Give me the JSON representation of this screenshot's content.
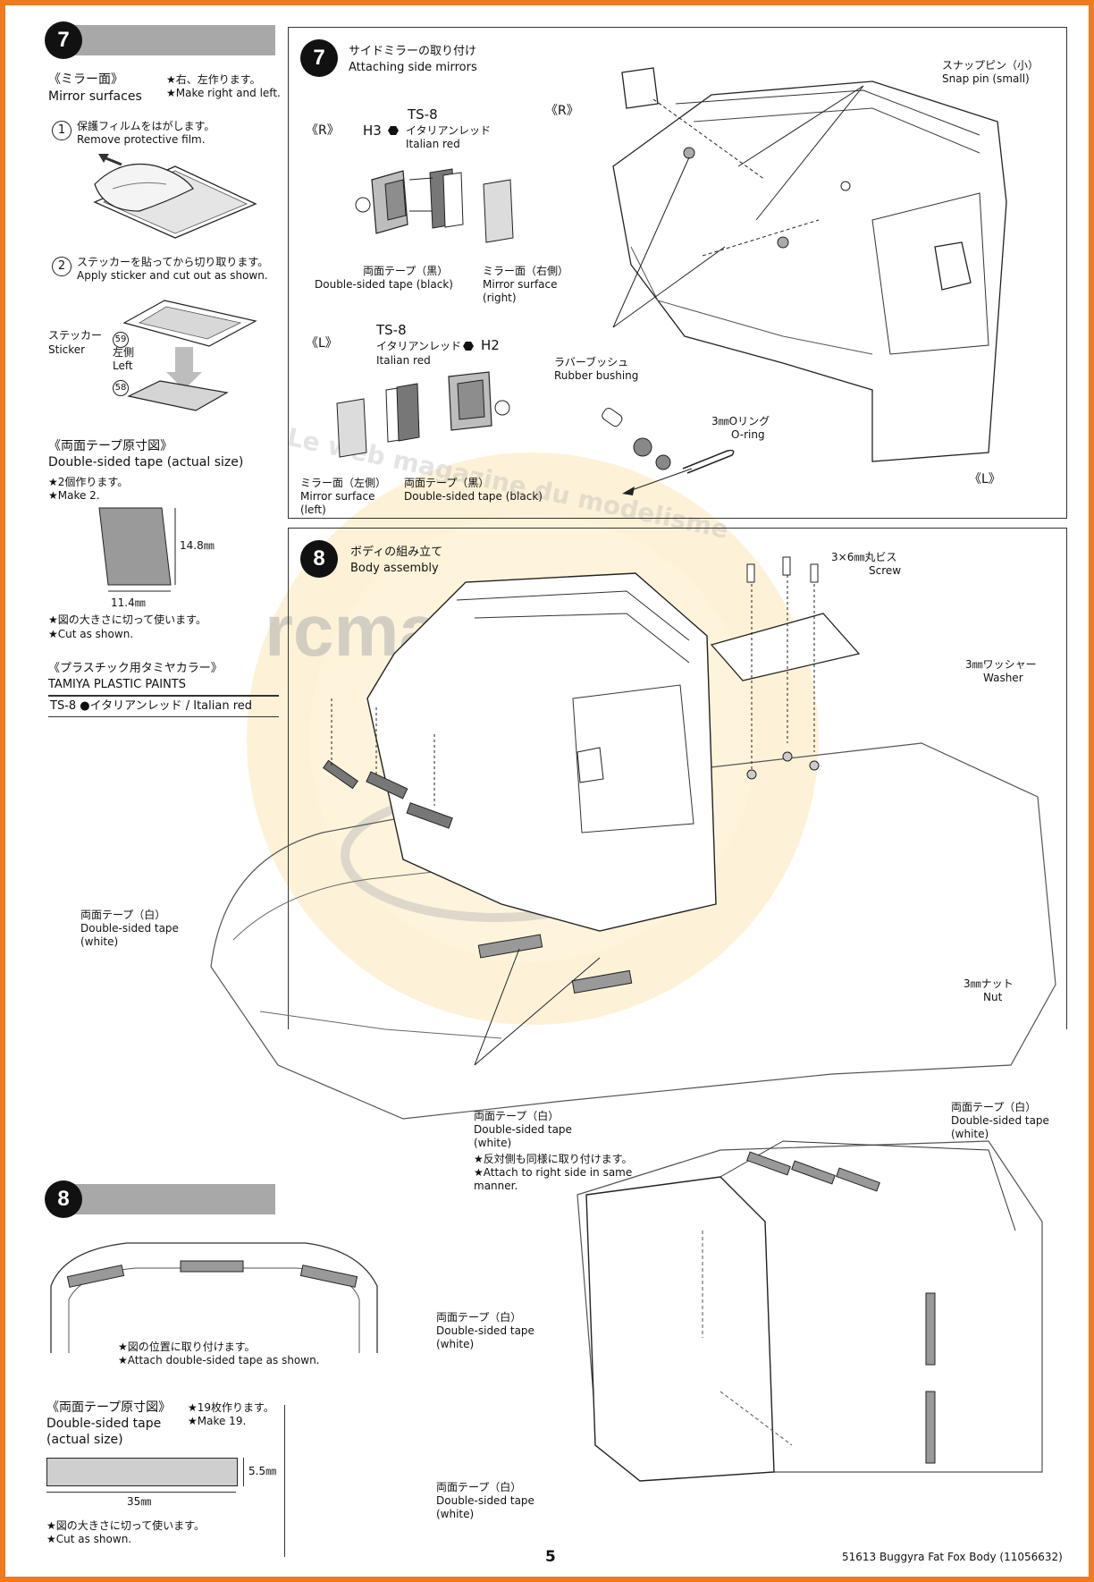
{
  "step7_bar": {
    "num": "7"
  },
  "mirror_surfaces": {
    "jp": "《ミラー面》",
    "en": "Mirror surfaces",
    "note_jp": "★右、左作ります。",
    "note_en": "★Make right and left.",
    "s1_num": "1",
    "s1_jp": "保護フィルムをはがします。",
    "s1_en": "Remove protective film.",
    "s2_num": "2",
    "s2_jp": "ステッカーを貼ってから切り取ります。",
    "s2_en": "Apply sticker and cut out as shown.",
    "sticker_jp": "ステッカー",
    "sticker_en": "Sticker",
    "sticker_num1": "59",
    "left_jp": "左側",
    "left_en": "Left",
    "sticker_num2": "58"
  },
  "tape7": {
    "title_jp": "《両面テープ原寸図》",
    "title_en": "Double-sided tape (actual size)",
    "note1_jp": "★2個作ります。",
    "note1_en": "★Make 2.",
    "height": "14.8㎜",
    "width": "11.4㎜",
    "note2_jp": "★図の大きさに切って使います。",
    "note2_en": "★Cut as shown."
  },
  "paints": {
    "title_jp": "《プラスチック用タミヤカラー》",
    "title_en": "TAMIYA PLASTIC PAINTS",
    "item": "TS-8 ●イタリアンレッド / Italian red"
  },
  "step7": {
    "num": "7",
    "title_jp": "サイドミラーの取り付け",
    "title_en": "Attaching side mirrors",
    "r_label": "《R》",
    "r_label2": "《R》",
    "h3": "H3",
    "ts8_r": "TS-8",
    "italian_jp_r": "イタリアンレッド",
    "italian_en_r": "Italian red",
    "tape_black_jp": "両面テープ（黒）",
    "tape_black_en": "Double-sided tape (black)",
    "mirror_right_jp": "ミラー面（右側）",
    "mirror_right_en1": "Mirror surface",
    "mirror_right_en2": "(right)",
    "l_label": "《L》",
    "l_label2": "《L》",
    "ts8_l": "TS-8",
    "italian_jp_l": "イタリアンレッド",
    "italian_en_l": "Italian red",
    "h2": "H2",
    "mirror_left_jp": "ミラー面（左側）",
    "mirror_left_en1": "Mirror surface",
    "mirror_left_en2": "(left)",
    "tape_black_l_jp": "両面テープ（黒）",
    "tape_black_l_en": "Double-sided tape (black)",
    "snap_jp": "スナップピン（小）",
    "snap_en": "Snap pin (small)",
    "rubber_jp": "ラバーブッシュ",
    "rubber_en": "Rubber bushing",
    "oring_jp": "3㎜Oリング",
    "oring_en": "O-ring"
  },
  "step8": {
    "num": "8",
    "title_jp": "ボディの組み立て",
    "title_en": "Body assembly",
    "screw_jp": "3×6㎜丸ビス",
    "screw_en": "Screw",
    "washer_jp": "3㎜ワッシャー",
    "washer_en": "Washer",
    "nut_jp": "3㎜ナット",
    "nut_en": "Nut",
    "tape_white_a_jp": "両面テープ（白）",
    "tape_white_a_en1": "Double-sided tape",
    "tape_white_a_en2": "(white)",
    "tape_white_b_jp": "両面テープ（白）",
    "tape_white_b_en1": "Double-sided tape",
    "tape_white_b_en2": "(white)",
    "attach_jp": "★反対側も同様に取り付けます。",
    "attach_en1": "★Attach to right side in same",
    "attach_en2": "manner.",
    "tape_white_c_jp": "両面テープ（白）",
    "tape_white_c_en1": "Double-sided tape",
    "tape_white_c_en2": "(white)",
    "tape_white_d_jp": "両面テープ（白）",
    "tape_white_d_en1": "Double-sided tape",
    "tape_white_d_en2": "(white)",
    "tape_white_e_jp": "両面テープ（白）",
    "tape_white_e_en1": "Double-sided tape",
    "tape_white_e_en2": "(white)"
  },
  "step8_bar": {
    "num": "8"
  },
  "step8_left": {
    "attach_jp": "★図の位置に取り付けます。",
    "attach_en": "★Attach double-sided tape as shown.",
    "tape_title_jp": "《両面テープ原寸図》",
    "tape_title_en1": "Double-sided tape",
    "tape_title_en2": "(actual size)",
    "make_jp": "★19枚作ります。",
    "make_en": "★Make 19.",
    "height": "5.5㎜",
    "width": "35㎜",
    "cut_jp": "★図の大きさに切って使います。",
    "cut_en": "★Cut as shown."
  },
  "watermark": {
    "text": "rcmag.com",
    "ring": "Le web magazine du modelisme"
  },
  "footer": {
    "page": "5",
    "code": "51613  Buggyra Fat Fox Body (11056632)"
  }
}
